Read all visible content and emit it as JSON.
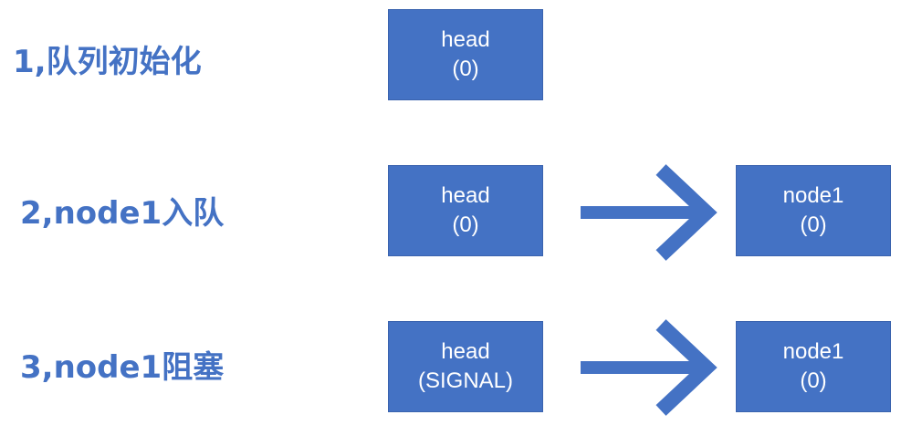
{
  "colors": {
    "accent": "#4472C4",
    "node_text": "#ffffff",
    "background": "#ffffff"
  },
  "steps": [
    {
      "label": "1,队列初始化",
      "nodes": [
        {
          "name": "head",
          "state": "(0)"
        }
      ]
    },
    {
      "label": "2,node1入队",
      "nodes": [
        {
          "name": "head",
          "state": "(0)"
        },
        {
          "name": "node1",
          "state": "(0)"
        }
      ]
    },
    {
      "label": "3,node1阻塞",
      "nodes": [
        {
          "name": "head",
          "state": "(SIGNAL)"
        },
        {
          "name": "node1",
          "state": "(0)"
        }
      ]
    }
  ]
}
